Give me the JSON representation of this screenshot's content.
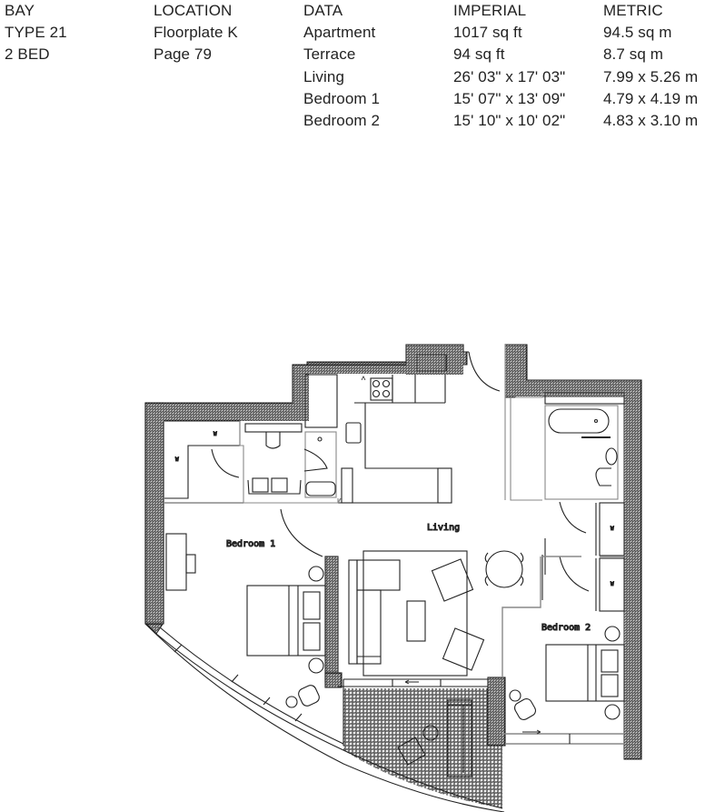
{
  "header": {
    "bay": {
      "heading": "BAY",
      "lines": [
        "TYPE 21",
        "2 BED"
      ]
    },
    "location": {
      "heading": "LOCATION",
      "lines": [
        "Floorplate K",
        "Page 79"
      ]
    },
    "data_table": {
      "columns": [
        "DATA",
        "IMPERIAL",
        "METRIC"
      ],
      "rows": [
        {
          "label": "Apartment",
          "imperial": "1017 sq ft",
          "metric": "94.5 sq m"
        },
        {
          "label": "Terrace",
          "imperial": "94 sq ft",
          "metric": "8.7 sq m"
        },
        {
          "label": "Living",
          "imperial": "26' 03\" x 17' 03\"",
          "metric": "7.99 x 5.26 m"
        },
        {
          "label": "Bedroom 1",
          "imperial": "15' 07\" x 13' 09\"",
          "metric": "4.79 x 4.19 m"
        },
        {
          "label": "Bedroom 2",
          "imperial": "15' 10\" x 10' 02\"",
          "metric": "4.83 x 3.10 m"
        }
      ]
    }
  },
  "floorplan": {
    "rooms": [
      {
        "name": "Living"
      },
      {
        "name": "Bedroom 1"
      },
      {
        "name": "Bedroom 2"
      }
    ],
    "wardrobe_marker": "W",
    "colors": {
      "wall_fill": "#e3e3e3",
      "line": "#222222",
      "wall_line": "#8a8a8a",
      "terrace_fill": "#f1f1f1"
    }
  }
}
